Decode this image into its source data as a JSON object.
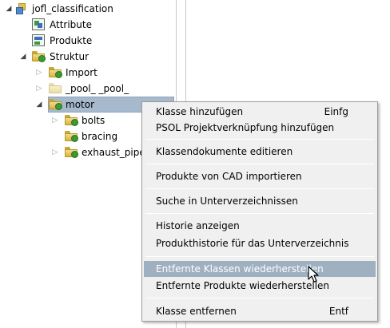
{
  "tree": {
    "root_label": "jofl_classification",
    "items": [
      {
        "label": "Attribute",
        "icon": "attribute-icon"
      },
      {
        "label": "Produkte",
        "icon": "products-icon"
      },
      {
        "label": "Struktur",
        "icon": "folder-add-icon"
      },
      {
        "label": "Import",
        "icon": "folder-add-icon"
      },
      {
        "label": "_pool_ _pool_",
        "icon": "folder-light-icon"
      },
      {
        "label": "motor",
        "icon": "folder-add-icon",
        "selected": true
      },
      {
        "label": "bolts",
        "icon": "folder-add-icon"
      },
      {
        "label": "bracing",
        "icon": "folder-add-icon"
      },
      {
        "label": "exhaust_pipe",
        "icon": "folder-add-icon"
      }
    ]
  },
  "context_menu": {
    "items": [
      {
        "label": "Klasse hinzufügen",
        "shortcut": "Einfg"
      },
      {
        "label": "PSOL Projektverknüpfung hinzufügen",
        "shortcut": ""
      },
      {
        "label": "Klassendokumente editieren",
        "shortcut": ""
      },
      {
        "label": "Produkte von CAD importieren",
        "shortcut": ""
      },
      {
        "label": "Suche in Unterverzeichnissen",
        "shortcut": ""
      },
      {
        "label": "Historie anzeigen",
        "shortcut": ""
      },
      {
        "label": "Produkthistorie für das Unterverzeichnis",
        "shortcut": ""
      },
      {
        "label": "Entfernte Klassen wiederherstellen",
        "shortcut": "",
        "highlighted": true
      },
      {
        "label": "Entfernte Produkte wiederherstellen",
        "shortcut": ""
      },
      {
        "label": "Klasse entfernen",
        "shortcut": "Entf"
      }
    ]
  },
  "colors": {
    "selection": "#a7b9cd",
    "menu_highlight": "#9fb0c1",
    "menu_background": "#f0f0f0"
  }
}
